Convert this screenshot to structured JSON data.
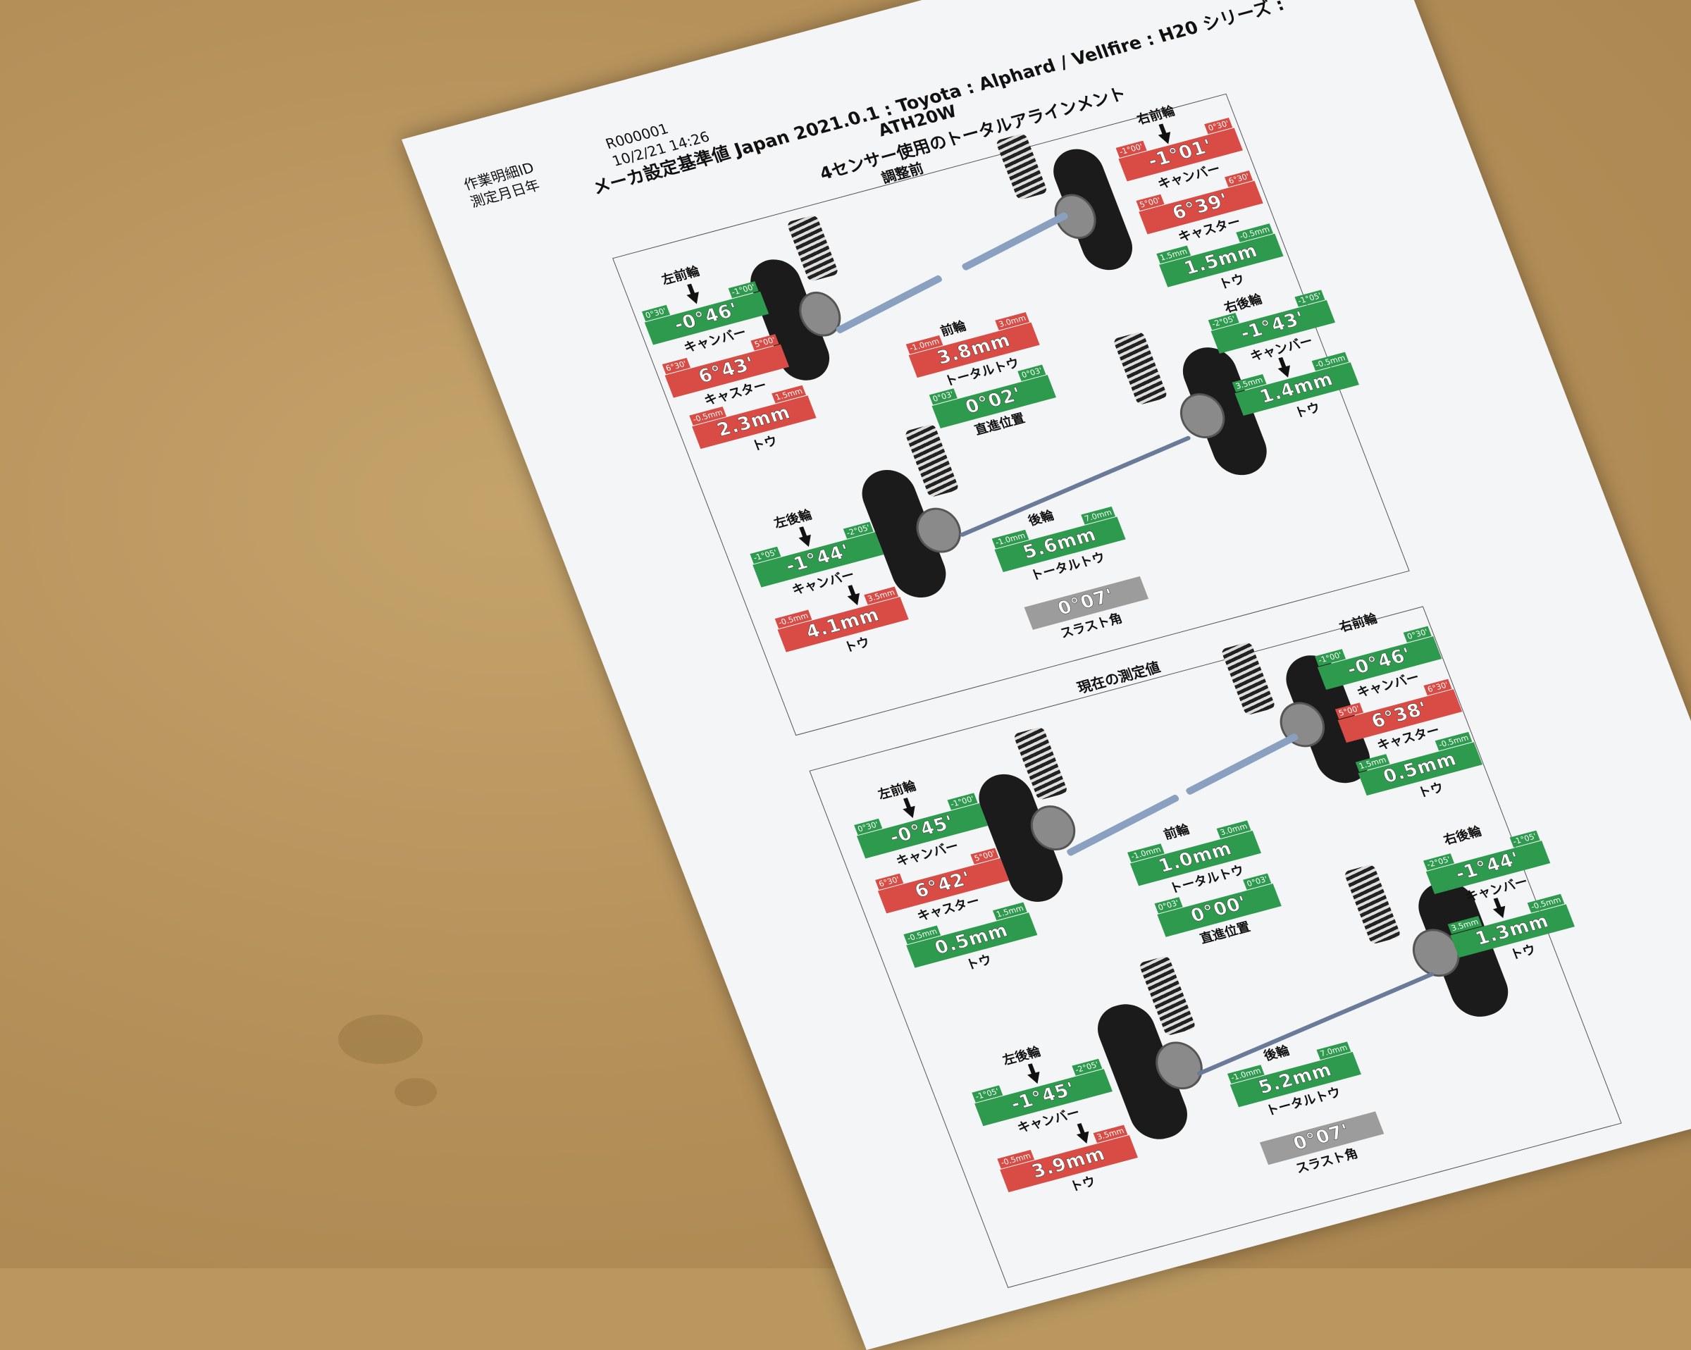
{
  "header": {
    "work_id_label": "作業明細ID",
    "work_id_value": "R000001",
    "date_label": "測定月日年",
    "date_value": "10/2/21 14:26",
    "spec_line1": "メーカ設定基準値 Japan 2021.0.1 : Toyota : Alphard / Vellfire : H20 シリーズ :",
    "spec_line2": "ATH20W",
    "subtitle": "4センサー使用のトータルアラインメント"
  },
  "before": {
    "title": "調整前",
    "front_left": {
      "label": "左前輪",
      "camber": {
        "value": "-0°46'",
        "lo": "0°30'",
        "hi": "-1°00'",
        "name": "キャンバー",
        "status": "green"
      },
      "caster": {
        "value": "6°43'",
        "lo": "6°30'",
        "hi": "5°00'",
        "name": "キャスター",
        "status": "red"
      },
      "toe": {
        "value": "2.3mm",
        "lo": "-0.5mm",
        "hi": "1.5mm",
        "name": "トウ",
        "status": "red"
      }
    },
    "front_right": {
      "label": "右前輪",
      "camber": {
        "value": "-1°01'",
        "lo": "-1°00'",
        "hi": "0°30'",
        "name": "キャンバー",
        "status": "red"
      },
      "caster": {
        "value": "6°39'",
        "lo": "5°00'",
        "hi": "6°30'",
        "name": "キャスター",
        "status": "red"
      },
      "toe": {
        "value": "1.5mm",
        "lo": "1.5mm",
        "hi": "-0.5mm",
        "name": "トウ",
        "status": "green"
      }
    },
    "front_total": {
      "label": "前輪",
      "value": "3.8mm",
      "lo": "-1.0mm",
      "hi": "3.0mm",
      "name": "トータルトウ",
      "status": "red"
    },
    "thrust_dir": {
      "value": "0°02'",
      "lo": "0°03'",
      "hi": "0°03'",
      "name": "直進位置",
      "status": "green"
    },
    "rear_left": {
      "label": "左後輪",
      "camber": {
        "value": "-1°44'",
        "lo": "-1°05'",
        "hi": "-2°05'",
        "name": "キャンバー",
        "status": "green"
      },
      "toe": {
        "value": "4.1mm",
        "lo": "-0.5mm",
        "hi": "3.5mm",
        "name": "トウ",
        "status": "red"
      }
    },
    "rear_right": {
      "label": "右後輪",
      "camber": {
        "value": "-1°43'",
        "lo": "-2°05'",
        "hi": "-1°05'",
        "name": "キャンバー",
        "status": "green"
      },
      "toe": {
        "value": "1.4mm",
        "lo": "3.5mm",
        "hi": "-0.5mm",
        "name": "トウ",
        "status": "green"
      }
    },
    "rear_total": {
      "label": "後輪",
      "value": "5.6mm",
      "lo": "-1.0mm",
      "hi": "7.0mm",
      "name": "トータルトウ",
      "status": "green"
    },
    "thrust": {
      "value": "0°07'",
      "name": "スラスト角",
      "status": "grey"
    }
  },
  "current": {
    "title": "現在の測定値",
    "front_left": {
      "label": "左前輪",
      "camber": {
        "value": "-0°45'",
        "lo": "0°30'",
        "hi": "-1°00'",
        "name": "キャンバー",
        "status": "green"
      },
      "caster": {
        "value": "6°42'",
        "lo": "6°30'",
        "hi": "5°00'",
        "name": "キャスター",
        "status": "red"
      },
      "toe": {
        "value": "0.5mm",
        "lo": "-0.5mm",
        "hi": "1.5mm",
        "name": "トウ",
        "status": "green"
      }
    },
    "front_right": {
      "label": "右前輪",
      "camber": {
        "value": "-0°46'",
        "lo": "-1°00'",
        "hi": "0°30'",
        "name": "キャンバー",
        "status": "green"
      },
      "caster": {
        "value": "6°38'",
        "lo": "5°00'",
        "hi": "6°30'",
        "name": "キャスター",
        "status": "red"
      },
      "toe": {
        "value": "0.5mm",
        "lo": "1.5mm",
        "hi": "-0.5mm",
        "name": "トウ",
        "status": "green"
      }
    },
    "front_total": {
      "label": "前輪",
      "value": "1.0mm",
      "lo": "-1.0mm",
      "hi": "3.0mm",
      "name": "トータルトウ",
      "status": "green"
    },
    "thrust_dir": {
      "value": "0°00'",
      "lo": "0°03'",
      "hi": "0°03'",
      "name": "直進位置",
      "status": "green"
    },
    "rear_left": {
      "label": "左後輪",
      "camber": {
        "value": "-1°45'",
        "lo": "-1°05'",
        "hi": "-2°05'",
        "name": "キャンバー",
        "status": "green"
      },
      "toe": {
        "value": "3.9mm",
        "lo": "-0.5mm",
        "hi": "3.5mm",
        "name": "トウ",
        "status": "red"
      }
    },
    "rear_right": {
      "label": "右後輪",
      "camber": {
        "value": "-1°44'",
        "lo": "-2°05'",
        "hi": "-1°05'",
        "name": "キャンバー",
        "status": "green"
      },
      "toe": {
        "value": "1.3mm",
        "lo": "3.5mm",
        "hi": "-0.5mm",
        "name": "トウ",
        "status": "green"
      }
    },
    "rear_total": {
      "label": "後輪",
      "value": "5.2mm",
      "lo": "-1.0mm",
      "hi": "7.0mm",
      "name": "トータルトウ",
      "status": "green"
    },
    "thrust": {
      "value": "0°07'",
      "name": "スラスト角",
      "status": "grey"
    }
  }
}
